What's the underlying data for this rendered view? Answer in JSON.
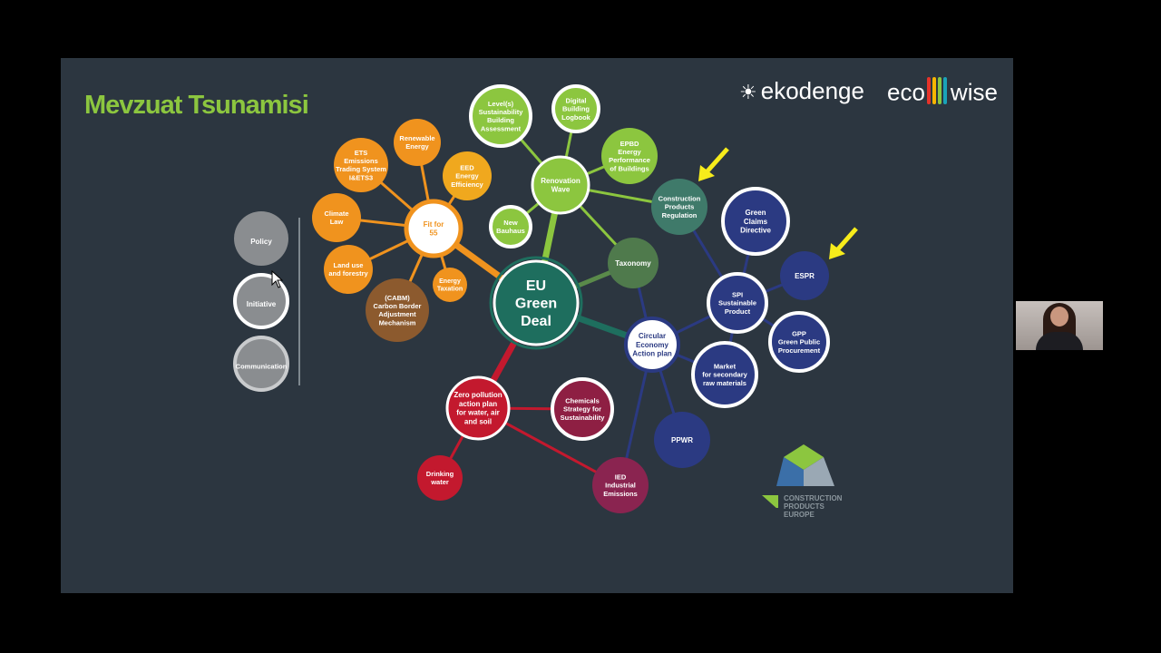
{
  "slide": {
    "title": "Mevzuat Tsunamisi",
    "logos": {
      "ekodenge": "ekodenge",
      "ecowise_left": "eco",
      "ecowise_right": "wise",
      "cpe_lines": [
        "CONSTRUCTION",
        "PRODUCTS",
        "EUROPE"
      ]
    }
  },
  "legend": [
    {
      "id": "policy",
      "label": "Policy"
    },
    {
      "id": "initiative",
      "label": "Initiative"
    },
    {
      "id": "communication",
      "label": "Communication"
    }
  ],
  "colors": {
    "orange": "#f0931e",
    "green": "#8cc63f",
    "teal": "#1e6e5e",
    "navy": "#2b3a82",
    "red": "#c3192e",
    "title_green": "#8cc63f",
    "arrow_yellow": "#f7ec1b"
  },
  "nodes": [
    {
      "id": "eu",
      "lines": [
        "EU",
        "Green",
        "Deal"
      ]
    },
    {
      "id": "fit55",
      "lines": [
        "Fit for",
        "55"
      ]
    },
    {
      "id": "renovation",
      "lines": [
        "Renovation",
        "Wave"
      ]
    },
    {
      "id": "circular",
      "lines": [
        "Circular",
        "Economy",
        "Action plan"
      ]
    },
    {
      "id": "zeropoll",
      "lines": [
        "Zero pollution",
        "action plan",
        "for water, air",
        "and soil"
      ]
    },
    {
      "id": "taxonomy",
      "lines": [
        "Taxonomy"
      ]
    },
    {
      "id": "ets",
      "lines": [
        "ETS",
        "Emissions",
        "Trading System",
        "I&ETS3"
      ]
    },
    {
      "id": "renew",
      "lines": [
        "Renewable",
        "Energy"
      ]
    },
    {
      "id": "eed",
      "lines": [
        "EED",
        "Energy",
        "Efficiency"
      ]
    },
    {
      "id": "climate",
      "lines": [
        "Climate",
        "Law"
      ]
    },
    {
      "id": "landuse",
      "lines": [
        "Land use",
        "and forestry"
      ]
    },
    {
      "id": "energytax",
      "lines": [
        "Energy",
        "Taxation"
      ]
    },
    {
      "id": "cbam",
      "lines": [
        "(CABM)",
        "Carbon Border",
        "Adjustment",
        "Mechanism"
      ]
    },
    {
      "id": "levels",
      "lines": [
        "Level(s)",
        "Sustainability",
        "Building",
        "Assessment"
      ]
    },
    {
      "id": "digital",
      "lines": [
        "Digital",
        "Building",
        "Logbook"
      ]
    },
    {
      "id": "epbd",
      "lines": [
        "EPBD",
        "Energy",
        "Performance",
        "of Buildings"
      ]
    },
    {
      "id": "bauhaus",
      "lines": [
        "New",
        "Bauhaus"
      ]
    },
    {
      "id": "cpr",
      "lines": [
        "Construction",
        "Products",
        "Regulation"
      ]
    },
    {
      "id": "greenclaims",
      "lines": [
        "Green",
        "Claims",
        "Directive"
      ]
    },
    {
      "id": "espr",
      "lines": [
        "ESPR"
      ]
    },
    {
      "id": "spi",
      "lines": [
        "SPI",
        "Sustainable",
        "Product"
      ]
    },
    {
      "id": "gpp",
      "lines": [
        "GPP",
        "Green Public",
        "Procurement"
      ]
    },
    {
      "id": "market",
      "lines": [
        "Market",
        "for secondary",
        "raw materials"
      ]
    },
    {
      "id": "ppwr",
      "lines": [
        "PPWR"
      ]
    },
    {
      "id": "chemicals",
      "lines": [
        "Chemicals",
        "Strategy for",
        "Sustainability"
      ]
    },
    {
      "id": "ied",
      "lines": [
        "IED",
        "Industrial",
        "Emissions"
      ]
    },
    {
      "id": "drinking",
      "lines": [
        "Drinking",
        "water"
      ]
    }
  ]
}
